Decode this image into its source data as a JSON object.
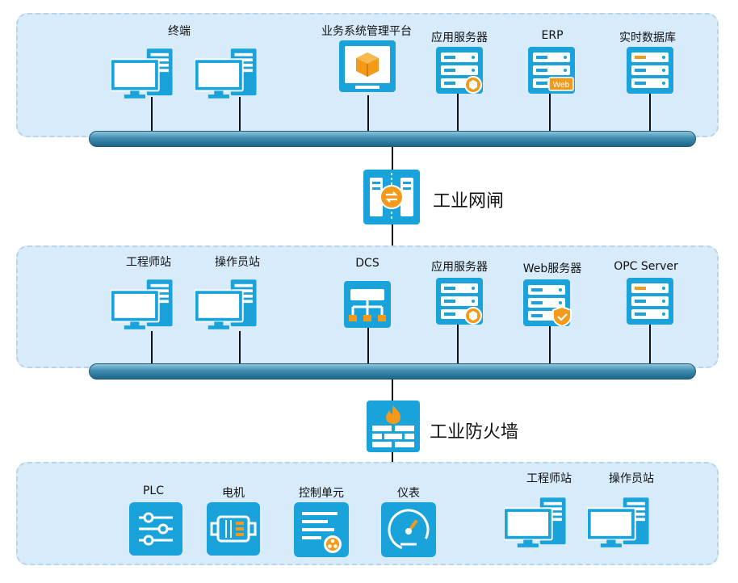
{
  "top_zone": {
    "terminal_label": "终端",
    "platform_label": "业务系统管理平台",
    "app_server_label": "应用服务器",
    "erp_label": "ERP",
    "erp_badge": "Web",
    "realtime_db_label": "实时数据库"
  },
  "gateway": {
    "label": "工业网闸"
  },
  "middle_zone": {
    "eng_station_label": "工程师站",
    "operator_station_label": "操作员站",
    "dcs_label": "DCS",
    "app_server_label": "应用服务器",
    "web_server_label": "Web服务器",
    "opc_server_label": "OPC Server"
  },
  "firewall": {
    "label": "工业防火墙"
  },
  "bottom_zone": {
    "plc_label": "PLC",
    "motor_label": "电机",
    "control_unit_label": "控制单元",
    "instrument_label": "仪表",
    "eng_station_label": "工程师站",
    "operator_station_label": "操作员站"
  },
  "colors": {
    "accent": "#1aa3db",
    "orange": "#f39a1a",
    "zone_bg": "#d7ebfa",
    "bus": "#2f7fa5"
  }
}
